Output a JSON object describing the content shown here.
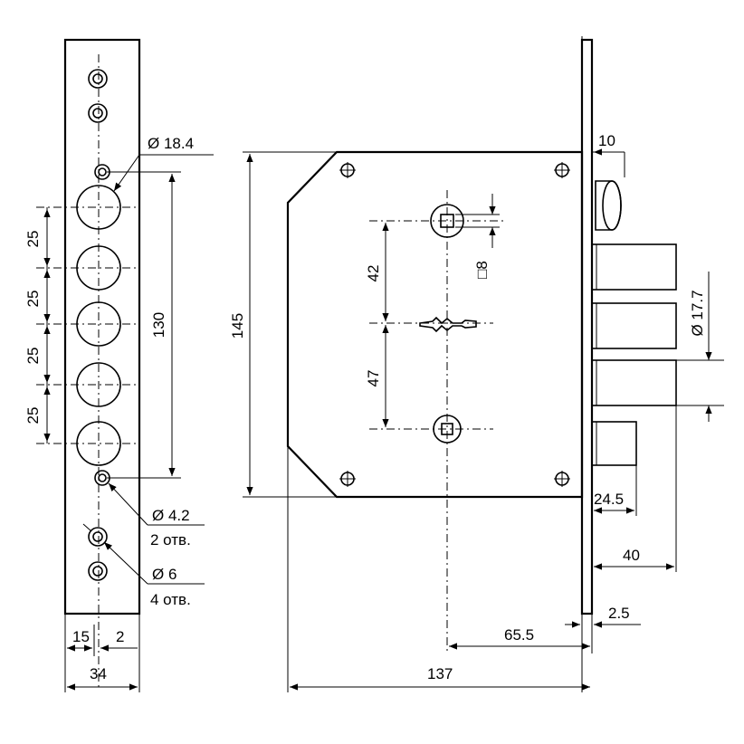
{
  "strip": {
    "hole_large_label": "Ø 18.4",
    "pitch_labels": [
      "25",
      "25",
      "25",
      "25"
    ],
    "span_label": "130",
    "hole_small_label": "Ø 4.2",
    "hole_small_count": "2 отв.",
    "hole_mount_label": "Ø 6",
    "hole_mount_count": "4 отв.",
    "offset_left_label": "15",
    "offset_right_label": "2",
    "width_label": "34"
  },
  "body": {
    "height_label": "145",
    "upper_spacing_label": "42",
    "lower_spacing_label": "47",
    "square_label": "□8",
    "faceplate_width_label": "10",
    "bolt_diameter_label": "Ø 17.7",
    "latch_label": "24.5",
    "throw_label": "40",
    "plate_thickness_label": "2.5",
    "backset_label": "65.5",
    "depth_label": "137"
  }
}
